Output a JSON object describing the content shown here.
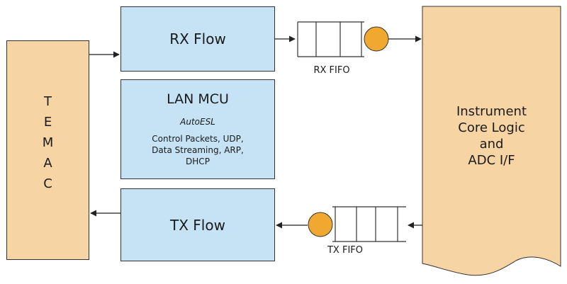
{
  "rx_flow": {
    "label": "RX Flow"
  },
  "tx_flow": {
    "label": "TX Flow"
  },
  "lan_mcu": {
    "title": "LAN MCU",
    "subtitle": "AutoESL",
    "details": [
      "Control Packets, UDP,",
      "Data Streaming, ARP,",
      "DHCP"
    ]
  },
  "temac": {
    "letters": [
      "T",
      "E",
      "M",
      "A",
      "C"
    ]
  },
  "core_logic": {
    "lines": [
      "Instrument",
      "Core Logic",
      "and",
      "ADC I/F"
    ]
  },
  "rx_fifo": {
    "label": "RX FIFO"
  },
  "tx_fifo": {
    "label": "TX FIFO"
  },
  "colors": {
    "flow_box_fill": "#c6e3f5",
    "block_fill": "#f7d4a3",
    "fifo_circle": "#f0a830",
    "stroke": "#333333"
  }
}
